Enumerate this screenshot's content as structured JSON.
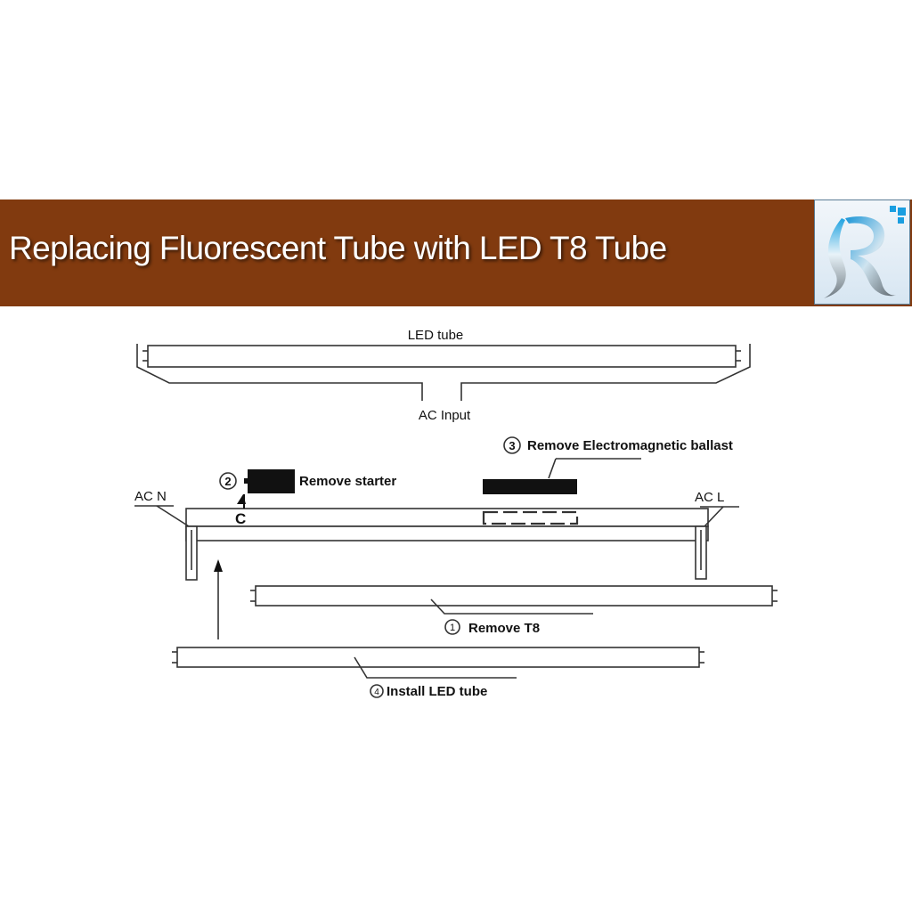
{
  "header": {
    "title": "Replacing Fluorescent Tube with LED T8 Tube",
    "background_color": "#813a0f",
    "logo_icon": "stylized-letter-R-logo",
    "logo_letter": "R"
  },
  "diagram": {
    "top": {
      "tube_label": "LED tube",
      "input_label": "AC Input"
    },
    "fixture": {
      "neutral_label": "AC N",
      "live_label": "AC L",
      "starter_connector_label": "C"
    },
    "steps": [
      {
        "number": "1",
        "label": "Remove T8"
      },
      {
        "number": "2",
        "label": "Remove starter"
      },
      {
        "number": "3",
        "label": "Remove Electromagnetic ballast"
      },
      {
        "number": "4",
        "label": "Install LED tube"
      }
    ]
  }
}
